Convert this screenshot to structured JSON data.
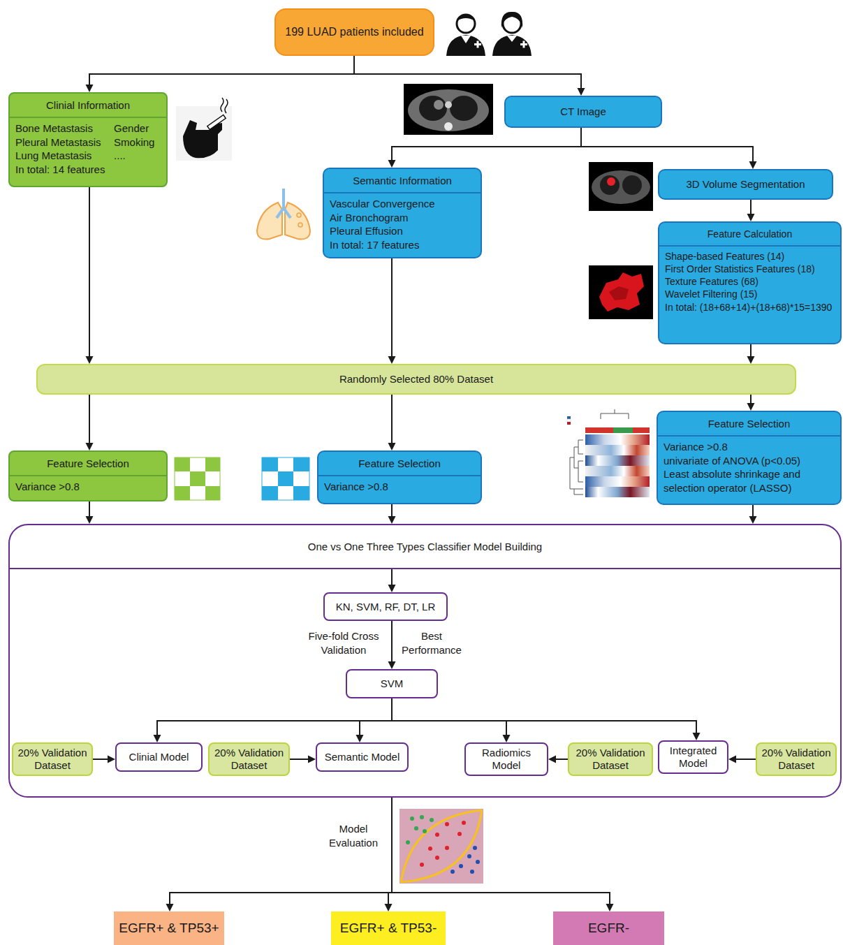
{
  "diagram": {
    "nodes": [
      {
        "text": [
          "199 LUAD patients included"
        ]
      },
      {
        "text": [
          "Clinial Information",
          "Bone Metastasis",
          "Gender",
          "Pleural Metastasis",
          "Smoking",
          "Lung Metastasis",
          "....",
          "In total: 14 features"
        ]
      },
      {
        "text": [
          "CT Image"
        ]
      },
      {
        "text": [
          "Semantic Information",
          "Vascular Convergence",
          "Air Bronchogram",
          "Pleural Effusion",
          "In total: 17 features"
        ]
      },
      {
        "text": [
          "3D Volume Segmentation"
        ]
      },
      {
        "text": [
          "Feature Calculation",
          "Shape-based Features (14)",
          "First Order Statistics Features (18)",
          "Texture Features (68)",
          "Wavelet Filtering (15)",
          "In total: (18+68+14)+(18+68)*15=1390"
        ]
      },
      {
        "text": [
          "Randomly Selected 80% Dataset"
        ]
      },
      {
        "text": [
          "Feature Selection",
          "Variance >0.8"
        ]
      },
      {
        "text": [
          "Feature Selection",
          "Variance >0.8"
        ]
      },
      {
        "text": [
          "Feature Selection",
          "Variance >0.8",
          "univariate of ANOVA (p<0.05)",
          "Least absolute shrinkage and selection operator (LASSO)"
        ]
      },
      {
        "text": [
          "One vs One Three Types Classifier Model Building"
        ]
      },
      {
        "text": [
          "KN, SVM, RF, DT, LR"
        ],
        "in": 10
      },
      {
        "text": [
          "SVM"
        ],
        "in": 10
      },
      {
        "text": [
          "20% Validation Dataset"
        ],
        "in": 10
      },
      {
        "text": [
          "Clinial Model"
        ],
        "in": 10
      },
      {
        "text": [
          "20% Validation Dataset"
        ],
        "in": 10
      },
      {
        "text": [
          "Semantic Model"
        ],
        "in": 10
      },
      {
        "text": [
          "Radiomics Model"
        ],
        "in": 10
      },
      {
        "text": [
          "20% Validation Dataset"
        ],
        "in": 10
      },
      {
        "text": [
          "Integrated Model"
        ],
        "in": 10
      },
      {
        "text": [
          "20% Validation Dataset"
        ],
        "in": 10
      },
      {
        "text": [
          "EGFR+ & TP53+"
        ]
      },
      {
        "text": [
          "EGFR+ & TP53-"
        ]
      },
      {
        "text": [
          "EGFR-"
        ]
      }
    ],
    "edges": [
      {
        "from": 0,
        "to": 1,
        "arrow": "to"
      },
      {
        "from": 0,
        "to": 2,
        "arrow": "to"
      },
      {
        "from": 2,
        "to": 3,
        "arrow": "to"
      },
      {
        "from": 2,
        "to": 4,
        "arrow": "to"
      },
      {
        "from": 4,
        "to": 5,
        "arrow": "to"
      },
      {
        "from": 1,
        "to": 6,
        "arrow": "to"
      },
      {
        "from": 3,
        "to": 6,
        "arrow": "to"
      },
      {
        "from": 5,
        "to": 6,
        "arrow": "to"
      },
      {
        "from": 6,
        "to": 7,
        "arrow": "to"
      },
      {
        "from": 6,
        "to": 8,
        "arrow": "to"
      },
      {
        "from": 6,
        "to": 9,
        "arrow": "to"
      },
      {
        "from": 7,
        "to": 10,
        "arrow": "to"
      },
      {
        "from": 8,
        "to": 10,
        "arrow": "to"
      },
      {
        "from": 9,
        "to": 10,
        "arrow": "to"
      },
      {
        "from": 10,
        "to": 11,
        "arrow": "to"
      },
      {
        "from": 11,
        "to": 12,
        "label": "Five-fold Cross Validation",
        "arrow": "to"
      },
      {
        "from": 12,
        "to": 14,
        "arrow": "to"
      },
      {
        "from": 12,
        "to": 16,
        "arrow": "to"
      },
      {
        "from": 12,
        "to": 17,
        "arrow": "to"
      },
      {
        "from": 12,
        "to": 19,
        "arrow": "to"
      },
      {
        "from": 13,
        "to": 14,
        "arrow": "to"
      },
      {
        "from": 15,
        "to": 16,
        "arrow": "to"
      },
      {
        "from": 18,
        "to": 17,
        "arrow": "to"
      },
      {
        "from": 20,
        "to": 19,
        "arrow": "to"
      },
      {
        "from": 10,
        "to": 21,
        "arrow": "to"
      },
      {
        "from": 10,
        "to": 22,
        "label": "Model Evaluation",
        "arrow": "to"
      },
      {
        "from": 10,
        "to": 23,
        "arrow": "to"
      }
    ],
    "labels": [
      "Best Performance"
    ]
  }
}
